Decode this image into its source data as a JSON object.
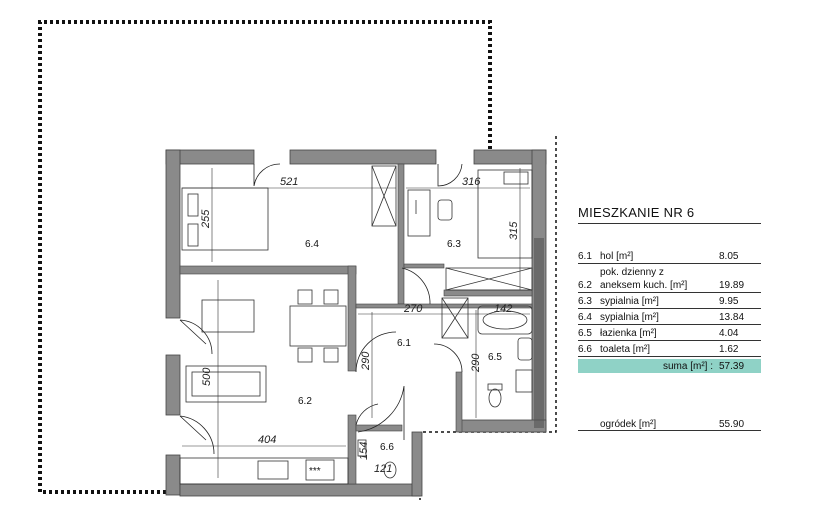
{
  "title": "MIESZKANIE NR  6",
  "rooms": [
    {
      "num": "6.1",
      "name": "hol [m²]",
      "area": "8.05"
    },
    {
      "num": "6.2",
      "name_lines": [
        "pok. dzienny z",
        "aneksem kuch. [m²]"
      ],
      "area": "19.89"
    },
    {
      "num": "6.3",
      "name": "sypialnia [m²]",
      "area": "9.95"
    },
    {
      "num": "6.4",
      "name": "sypialnia [m²]",
      "area": "13.84"
    },
    {
      "num": "6.5",
      "name": "łazienka [m²]",
      "area": "4.04"
    },
    {
      "num": "6.6",
      "name": "toaleta [m²]",
      "area": "1.62"
    }
  ],
  "sum": {
    "label": "suma [m²] :",
    "value": "57.39"
  },
  "garden": {
    "label": "ogródek [m²]",
    "value": "55.90"
  },
  "plan": {
    "dims": [
      "521",
      "316",
      "255",
      "315",
      "270",
      "142",
      "290",
      "290",
      "500",
      "404",
      "154",
      "121"
    ],
    "room_labels": [
      "6.4",
      "6.3",
      "6.1",
      "6.5",
      "6.2",
      "6.6"
    ],
    "hob_marks": "***"
  },
  "colors": {
    "wall": "#8a8a8a",
    "wall_dark": "#555555",
    "sum_highlight": "#8fd2c6",
    "line": "#222222"
  }
}
